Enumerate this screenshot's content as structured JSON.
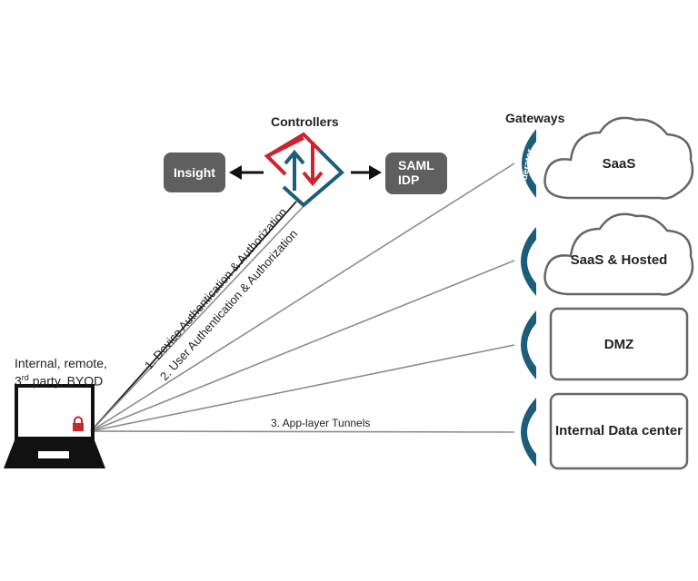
{
  "controllers": {
    "title": "Controllers",
    "left_box": "Insight",
    "right_box_line1": "SAML",
    "right_box_line2": "IDP"
  },
  "gateways": {
    "title": "Gateways",
    "federator_label": "Federator"
  },
  "client": {
    "line1": "Internal, remote,",
    "line2_prefix": "3",
    "line2_sup": "rd",
    "line2_suffix": " party, BYOD"
  },
  "flows": {
    "device_auth": "1. Device Authentication & Authorization",
    "user_auth": "2. User Authentication & Authorization",
    "tunnels": "3. App-layer Tunnels"
  },
  "destinations": [
    {
      "label": "SaaS",
      "shape": "cloud"
    },
    {
      "label": "SaaS & Hosted",
      "shape": "cloud"
    },
    {
      "label": "DMZ",
      "shape": "box"
    },
    {
      "label": "Internal Data center",
      "shape": "box"
    }
  ],
  "colors": {
    "gateway_arc": "#1c5d7a",
    "controller_red": "#c9262f",
    "controller_blue": "#1c5d7a",
    "line_gray": "#8c8c8c",
    "box_gray": "#5f5f5f"
  }
}
